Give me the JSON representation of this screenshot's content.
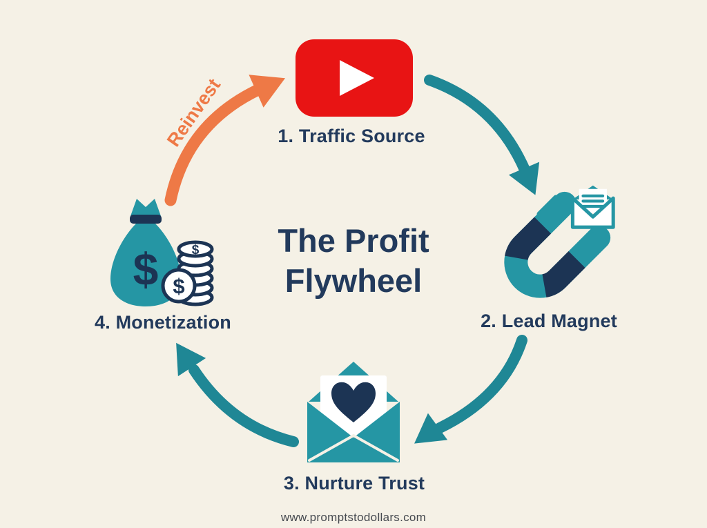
{
  "title": {
    "line1": "The Profit",
    "line2": "Flywheel"
  },
  "reinvest_label": "Reinvest",
  "stages": [
    {
      "label": "1. Traffic Source",
      "icon": "youtube-play-icon"
    },
    {
      "label": "2. Lead Magnet",
      "icon": "magnet-envelope-icon"
    },
    {
      "label": "3. Nurture Trust",
      "icon": "envelope-heart-icon"
    },
    {
      "label": "4. Monetization",
      "icon": "money-bag-coins-icon"
    }
  ],
  "footer": {
    "website": "www.promptstodollars.com"
  },
  "icons": {
    "currency_symbol": "$"
  },
  "colors": {
    "background": "#f5f1e6",
    "teal": "#2596a4",
    "arrow_teal": "#1f8795",
    "navy": "#1c3454",
    "text_navy": "#223a5c",
    "orange": "#ee7946",
    "youtube_red": "#e81414"
  }
}
